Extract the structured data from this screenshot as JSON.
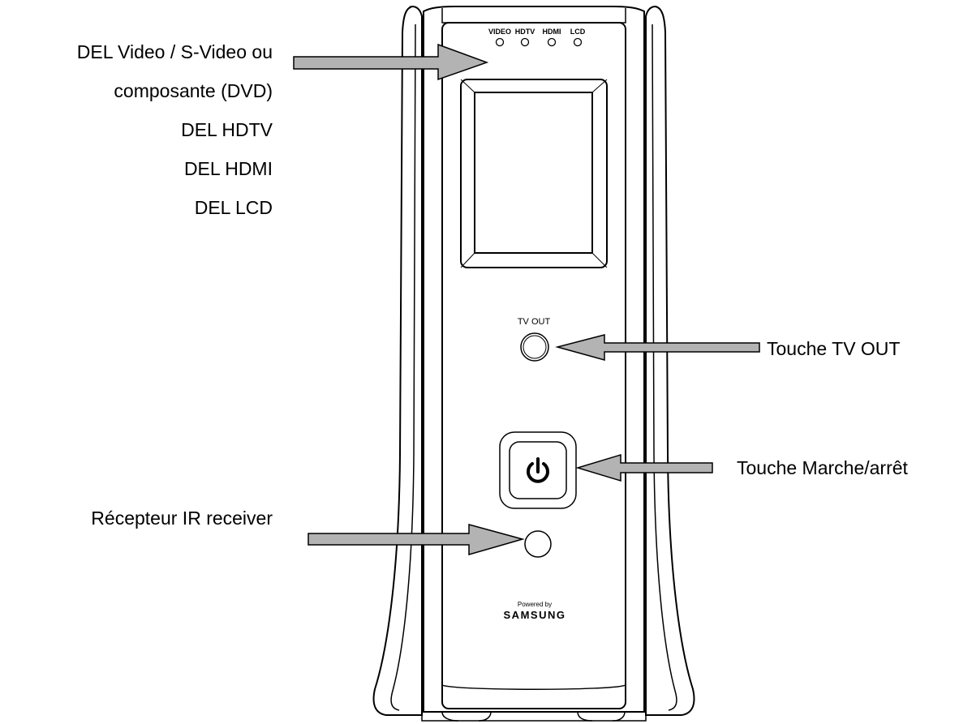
{
  "device": {
    "led_labels": [
      "VIDEO",
      "HDTV",
      "HDMI",
      "LCD"
    ],
    "tv_out_label": "TV OUT",
    "brand_powered_by": "Powered by",
    "brand_name": "SAMSUNG"
  },
  "callouts": {
    "led_video": "DEL Video / S-Video ou",
    "led_video_line2": "composante (DVD)",
    "led_hdtv": "DEL HDTV",
    "led_hdmi": "DEL HDMI",
    "led_lcd": "DEL LCD",
    "tv_out_button": "Touche TV OUT",
    "power_button": "Touche Marche/arrêt",
    "ir_receiver": "Récepteur IR receiver"
  },
  "colors": {
    "arrow_fill": "#b3b3b3",
    "outline": "#000000",
    "background": "#ffffff"
  }
}
